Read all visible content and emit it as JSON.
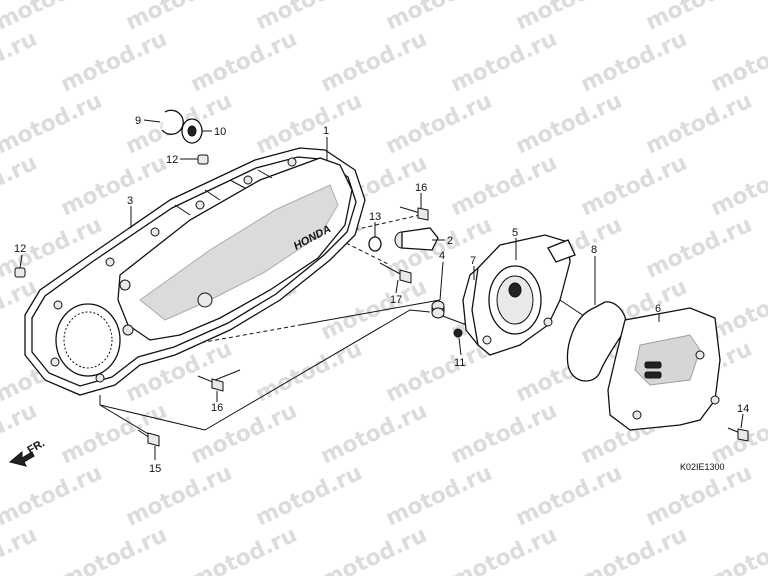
{
  "watermark": "motod.ru",
  "diagram_code": "K02IE1300",
  "direction_label": "FR.",
  "brand_mark": "HONDA",
  "callouts": [
    {
      "id": "c1",
      "text": "1"
    },
    {
      "id": "c2",
      "text": "2"
    },
    {
      "id": "c3",
      "text": "3"
    },
    {
      "id": "c4",
      "text": "4"
    },
    {
      "id": "c5",
      "text": "5"
    },
    {
      "id": "c6",
      "text": "6"
    },
    {
      "id": "c7",
      "text": "7"
    },
    {
      "id": "c8",
      "text": "8"
    },
    {
      "id": "c9",
      "text": "9"
    },
    {
      "id": "c10",
      "text": "10"
    },
    {
      "id": "c11",
      "text": "11"
    },
    {
      "id": "c12a",
      "text": "12"
    },
    {
      "id": "c12b",
      "text": "12"
    },
    {
      "id": "c13",
      "text": "13"
    },
    {
      "id": "c14",
      "text": "14"
    },
    {
      "id": "c15",
      "text": "15"
    },
    {
      "id": "c16a",
      "text": "16"
    },
    {
      "id": "c16b",
      "text": "16"
    },
    {
      "id": "c17",
      "text": "17"
    }
  ]
}
